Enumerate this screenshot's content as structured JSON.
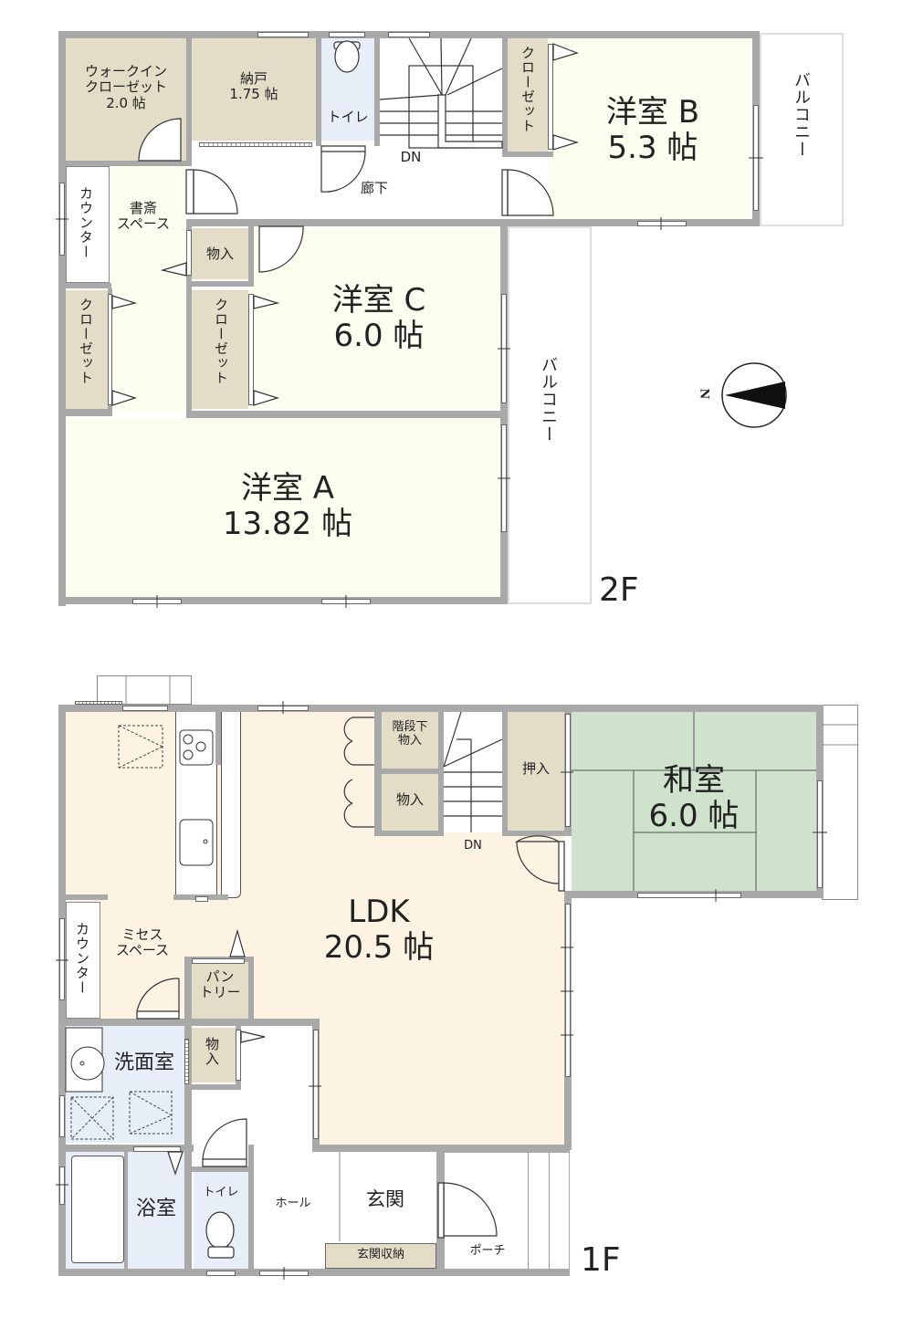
{
  "floor2": {
    "floor_label": "2F",
    "rooms": {
      "walk_in_closet": {
        "line1": "ウォークイン",
        "line2": "クローゼット",
        "line3": "2.0 帖"
      },
      "storage_nando": {
        "line1": "納戸",
        "line2": "1.75 帖"
      },
      "toilet": {
        "label": "トイレ"
      },
      "stairs": {
        "label": "DN"
      },
      "closet_b": {
        "label": "クローゼット"
      },
      "western_b": {
        "name": "洋室 B",
        "size": "5.3 帖"
      },
      "balcony_b": {
        "label": "バルコニー"
      },
      "corridor": {
        "label": "廊下"
      },
      "counter": {
        "label": "カウンター"
      },
      "study_space": {
        "line1": "書斎",
        "line2": "スペース"
      },
      "storage_mono": {
        "label": "物入"
      },
      "closet_left": {
        "label": "クローゼット"
      },
      "closet_c": {
        "label": "クローゼット"
      },
      "western_c": {
        "name": "洋室 C",
        "size": "6.0 帖"
      },
      "balcony_c": {
        "label": "バルコニー"
      },
      "western_a": {
        "name": "洋室 A",
        "size": "13.82 帖"
      }
    },
    "compass": {
      "label": "N",
      "direction": "left"
    }
  },
  "floor1": {
    "floor_label": "1F",
    "rooms": {
      "understairs_storage": {
        "line1": "階段下",
        "line2": "物入"
      },
      "storage_mono": {
        "label": "物入"
      },
      "stairs": {
        "label": "DN"
      },
      "oshiire": {
        "label": "押入"
      },
      "washitsu": {
        "name": "和室",
        "size": "6.0 帖"
      },
      "ldk": {
        "name": "LDK",
        "size": "20.5 帖"
      },
      "counter": {
        "label": "カウンター"
      },
      "misses_space": {
        "line1": "ミセス",
        "line2": "スペース"
      },
      "pantry": {
        "line1": "パン",
        "line2": "トリー"
      },
      "storage_mono2": {
        "label": "物入"
      },
      "washroom": {
        "label": "洗面室"
      },
      "bathroom": {
        "label": "浴室"
      },
      "toilet": {
        "label": "トイレ"
      },
      "hall": {
        "label": "ホール"
      },
      "entrance": {
        "label": "玄関"
      },
      "entrance_storage": {
        "label": "玄関収納"
      },
      "porch": {
        "label": "ポーチ"
      }
    }
  },
  "colors": {
    "wall": "#a9a9a9",
    "western_room": "#fdfdf0",
    "storage": "#e3dcc6",
    "wet_area": "#e8eef8",
    "ldk": "#fdf3e3",
    "washitsu": "#cfe3cc",
    "white": "#ffffff"
  }
}
